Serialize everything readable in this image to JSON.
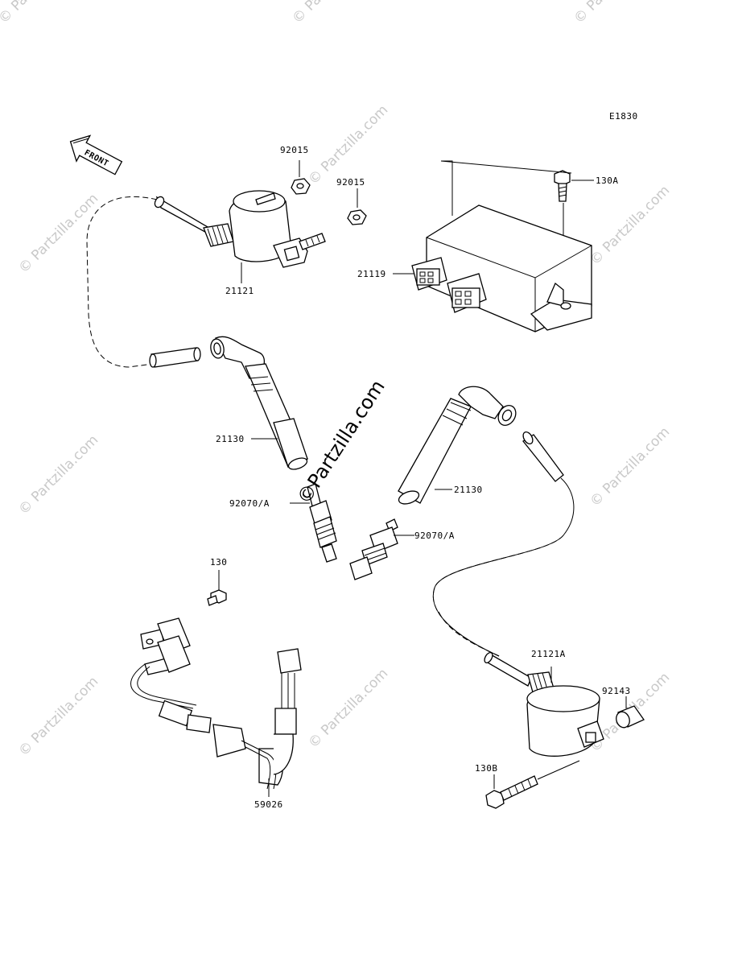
{
  "diagram": {
    "code": "E1830",
    "front_label": "FRONT",
    "callouts": {
      "c92015_top": "92015",
      "c92015_right": "92015",
      "c130A": "130A",
      "c21121": "21121",
      "c21119": "21119",
      "c21130_left": "21130",
      "c21130_right": "21130",
      "c92070A_left": "92070/A",
      "c92070A_right": "92070/A",
      "c130": "130",
      "c59026": "59026",
      "c21121A": "21121A",
      "c92143": "92143",
      "c130B": "130B"
    },
    "watermark": "© Partzilla.com",
    "center_watermark": "©Partzilla.com"
  }
}
